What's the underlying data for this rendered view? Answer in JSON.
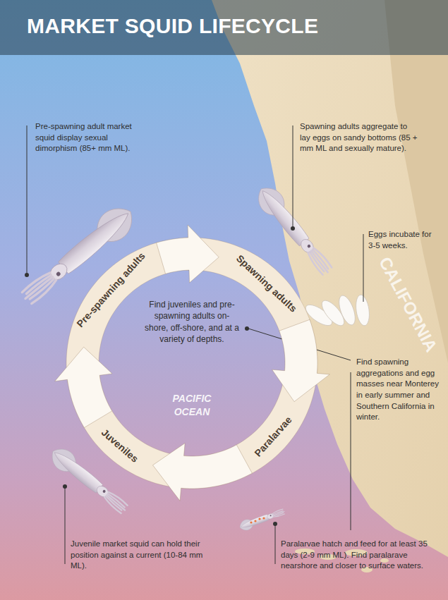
{
  "diagram": {
    "title": "MARKET SQUID LIFECYCLE",
    "nodes": [
      {
        "text": [
          "Pre-spawning adults"
        ]
      },
      {
        "text": [
          "Spawning adults"
        ]
      },
      {
        "text": [
          "Paralarvae"
        ]
      },
      {
        "text": [
          "Juveniles"
        ]
      }
    ],
    "edges": [
      {
        "from": 0,
        "to": 1,
        "arrow": "to"
      },
      {
        "from": 1,
        "to": 2,
        "arrow": "to"
      },
      {
        "from": 2,
        "to": 3,
        "arrow": "to"
      },
      {
        "from": 3,
        "to": 0,
        "arrow": "to"
      }
    ],
    "labels": [
      "Pre-spawning adult market squid display sexual dimorphism (85+ mm ML).",
      "Spawning adults aggregate to lay eggs on sandy bottoms (85 + mm ML and sexually mature).",
      "Eggs incubate for 3-5 weeks.",
      "Find juveniles and pre-spawning adults on-shore, off-shore, and at a variety of depths.",
      "Find spawning aggregations and egg masses near Monterey in early summer and Southern California in winter.",
      "Paralarvae hatch and feed for at least 35 days (2-9 mm ML). Find paralarave nearshore and closer to surface waters.",
      "Juvenile market squid can hold their position against a current (10-84 mm ML).",
      "PACIFIC OCEAN",
      "CALIFORNIA"
    ]
  }
}
